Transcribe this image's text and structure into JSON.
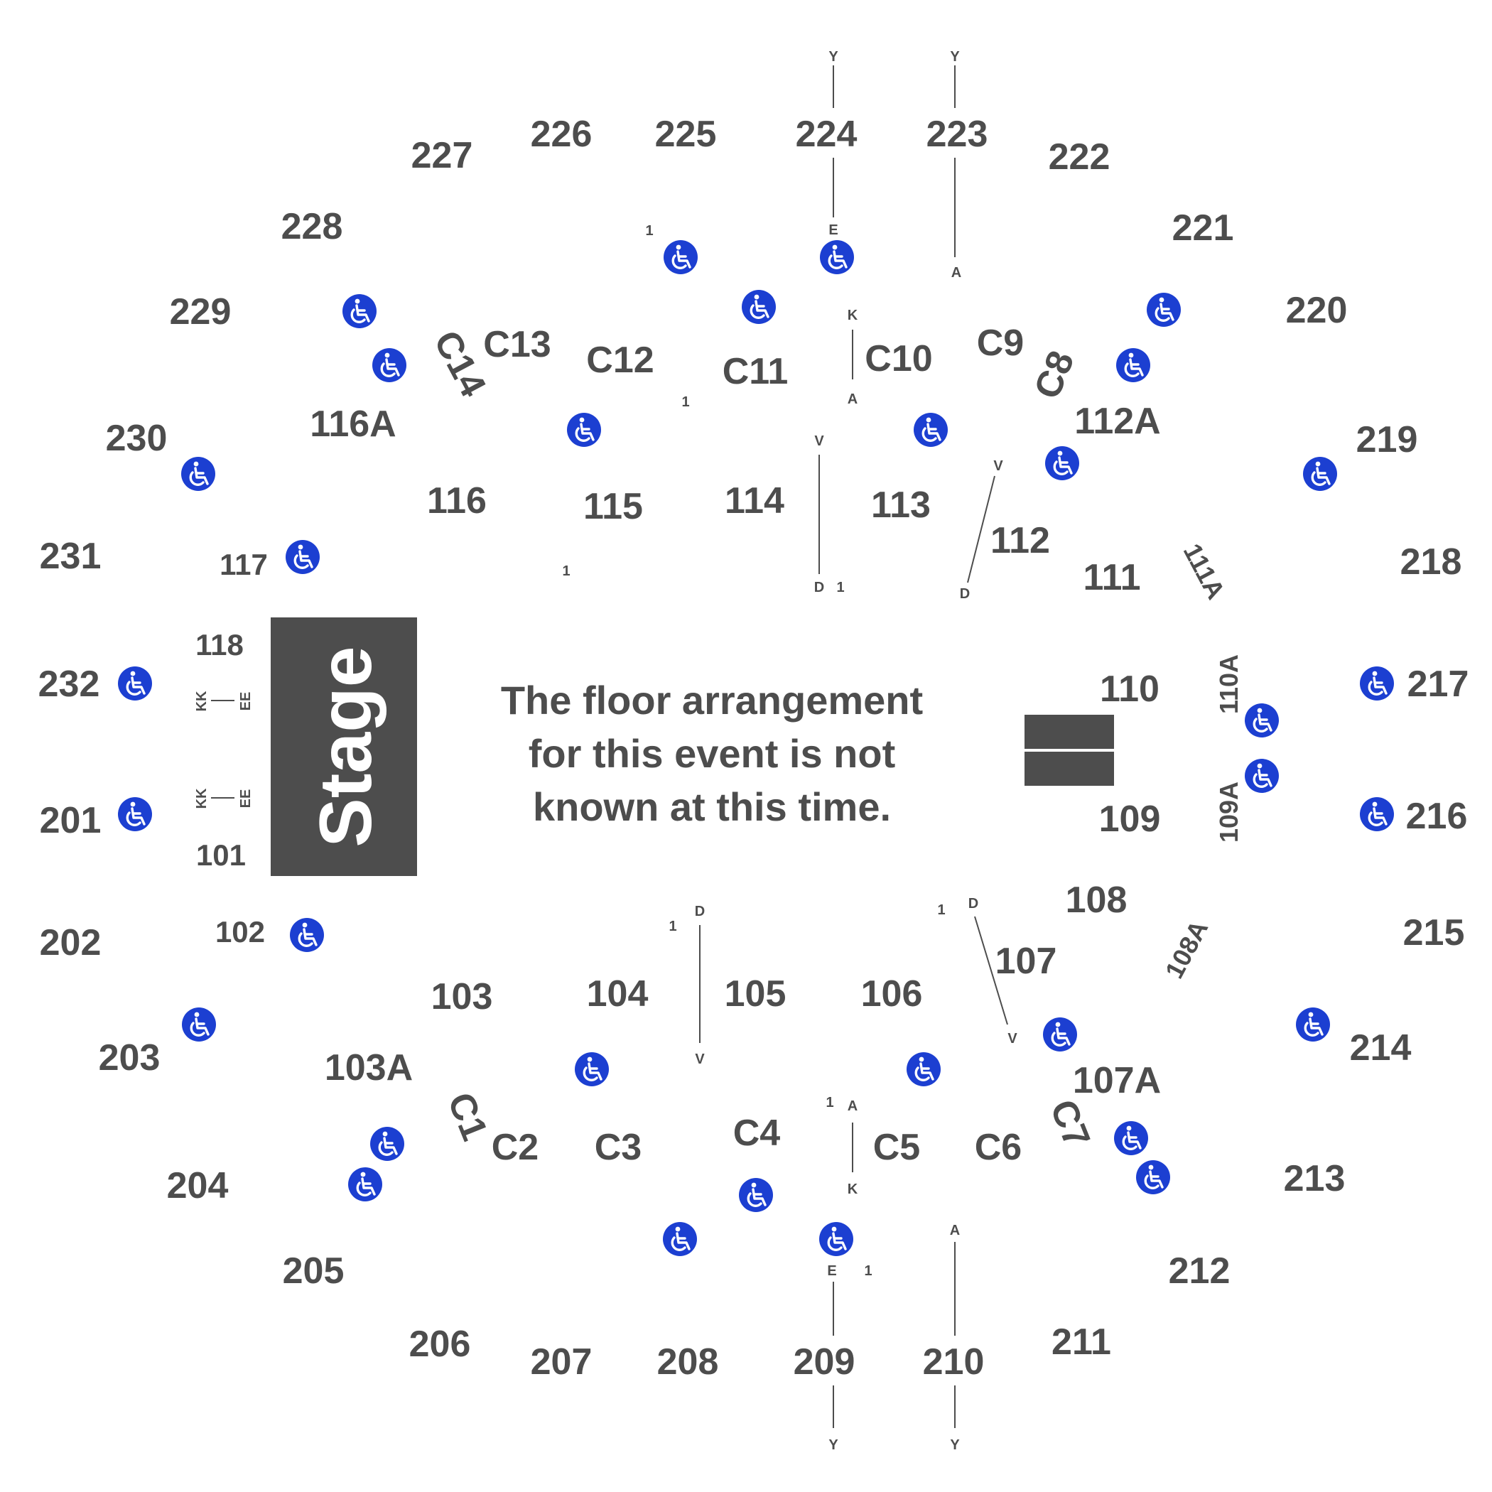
{
  "stage": {
    "label": "Stage"
  },
  "notice": {
    "line1": "The floor arrangement",
    "line2": "for this event is not",
    "line3": "known at this time."
  },
  "colors": {
    "text": "#4d4d4d",
    "stage": "#4d4d4d",
    "accessibility": "#1c3fd1"
  },
  "icons": {
    "accessibility": "wheelchair-icon"
  },
  "sections_upper": [
    "201",
    "202",
    "203",
    "204",
    "205",
    "206",
    "207",
    "208",
    "209",
    "210",
    "211",
    "212",
    "213",
    "214",
    "215",
    "216",
    "217",
    "218",
    "219",
    "220",
    "221",
    "222",
    "223",
    "224",
    "225",
    "226",
    "227",
    "228",
    "229",
    "230",
    "231",
    "232"
  ],
  "sections_lower": [
    "101",
    "102",
    "103",
    "103A",
    "104",
    "105",
    "106",
    "107",
    "107A",
    "108",
    "108A",
    "109",
    "109A",
    "110",
    "110A",
    "111",
    "111A",
    "112",
    "112A",
    "113",
    "114",
    "115",
    "116",
    "116A",
    "117",
    "118"
  ],
  "sections_club": [
    "C1",
    "C2",
    "C3",
    "C4",
    "C5",
    "C6",
    "C7",
    "C8",
    "C9",
    "C10",
    "C11",
    "C12",
    "C13",
    "C14"
  ],
  "row_labels": {
    "y": "Y",
    "e": "E",
    "a": "A",
    "k": "K",
    "v": "V",
    "d": "D",
    "one": "1",
    "kk": "KK",
    "ee": "EE"
  }
}
